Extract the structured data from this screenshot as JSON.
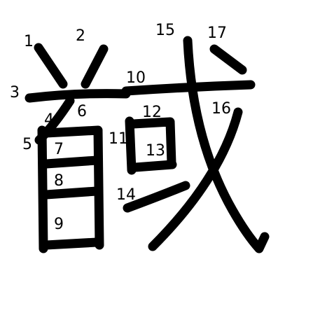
{
  "diagram": {
    "character": "馘",
    "stroke_numbers": [
      "1",
      "2",
      "3",
      "4",
      "5",
      "6",
      "7",
      "8",
      "9",
      "10",
      "11",
      "12",
      "13",
      "14",
      "15",
      "16",
      "17"
    ],
    "colors": {
      "background": "#ffffff",
      "ink": "#000000"
    }
  }
}
